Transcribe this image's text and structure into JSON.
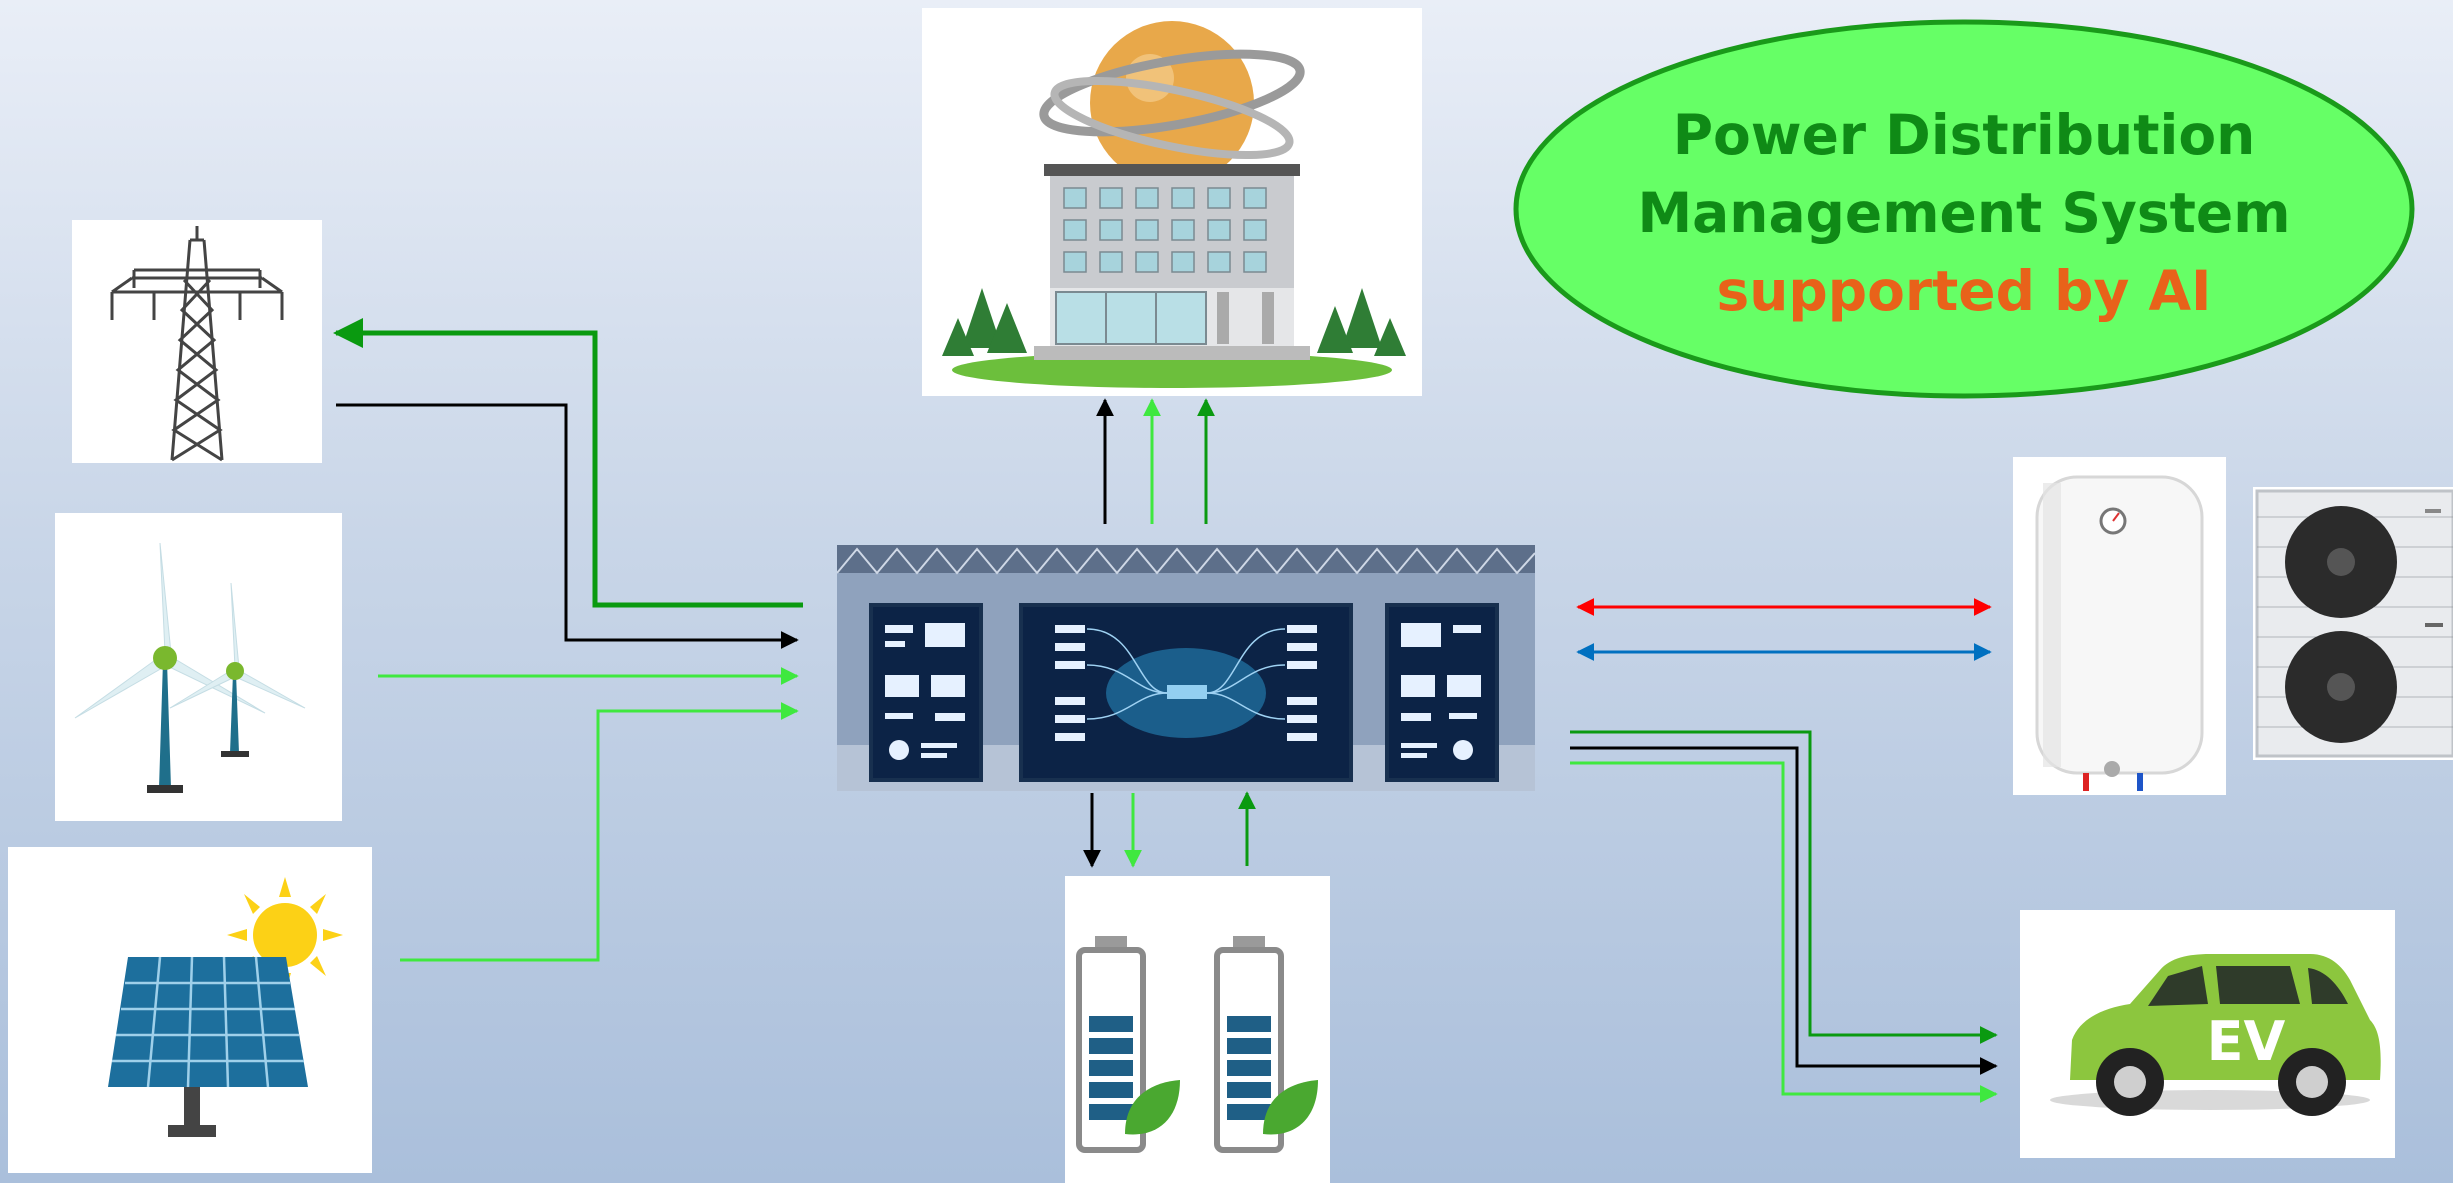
{
  "title": {
    "line1": "Power Distribution",
    "line2": "Management System",
    "line3": "supported by AI"
  },
  "colors": {
    "title_fill": "#66ff66",
    "title_border": "#1a9a1a",
    "title_text": "#0f8a16",
    "title_accent": "#e8621a",
    "wire_dark_green": "#0a9a10",
    "wire_light_green": "#3fe83f",
    "wire_black": "#000000",
    "wire_red": "#ff0000",
    "wire_blue": "#0070c0"
  },
  "icons": [
    "transmission-tower-icon",
    "wind-turbine-icon",
    "solar-panel-icon",
    "smart-building-icon",
    "control-center-icon",
    "battery-storage-icon",
    "water-heater-icon",
    "heat-pump-icon",
    "electric-vehicle-icon"
  ],
  "ev_label": "EV"
}
